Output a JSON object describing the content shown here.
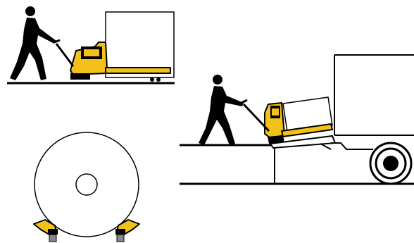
{
  "scenes": [
    {
      "id": "pallet-truck-pushing-load",
      "elements": [
        "operator-figure",
        "pallet-truck",
        "load-box",
        "floor-line"
      ]
    },
    {
      "id": "pallet-truck-on-dock-ramp",
      "elements": [
        "operator-figure",
        "pallet-truck",
        "load-box",
        "dock-floor",
        "ramp",
        "truck-body",
        "truck-wheel"
      ]
    },
    {
      "id": "large-wheel-with-castors",
      "elements": [
        "large-wheel",
        "hub",
        "left-castor",
        "right-castor"
      ]
    }
  ],
  "colors": {
    "accent": "#f2c21a",
    "line": "#000000",
    "background": "#ffffff"
  }
}
